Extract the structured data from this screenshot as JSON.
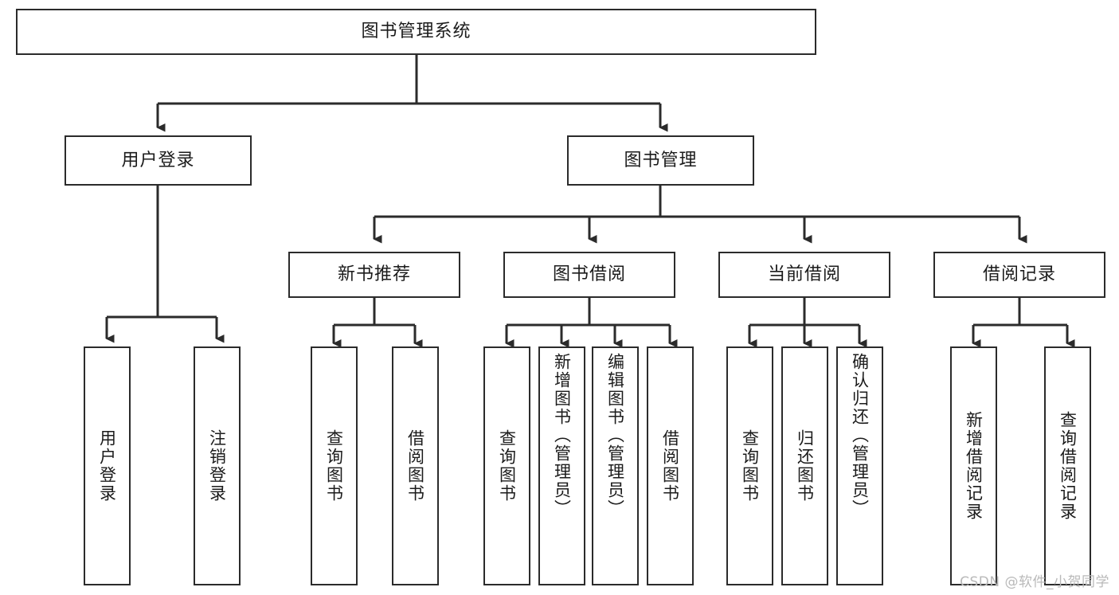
{
  "diagram": {
    "title": "图书管理系统",
    "type": "tree",
    "orientation": "top-down",
    "line_color": "#2b2b2b",
    "box_fill": "#ffffff",
    "text_color": "#1b1b1b",
    "watermark": "CSDN @软件_小贺同学"
  },
  "nodes": {
    "root": {
      "label": "图书管理系统",
      "level": 0
    },
    "level1": [
      {
        "id": "user_login",
        "label": "用户登录"
      },
      {
        "id": "book_manage",
        "label": "图书管理"
      }
    ],
    "level2": [
      {
        "id": "new_book_rec",
        "label": "新书推荐",
        "parent": "book_manage"
      },
      {
        "id": "book_borrow",
        "label": "图书借阅",
        "parent": "book_manage"
      },
      {
        "id": "current_borrow",
        "label": "当前借阅",
        "parent": "book_manage"
      },
      {
        "id": "borrow_record",
        "label": "借阅记录",
        "parent": "book_manage"
      }
    ],
    "leaves": {
      "user_login": [
        {
          "id": "leaf_user_login",
          "label": "用户登录"
        },
        {
          "id": "leaf_user_logout",
          "label": "注销登录"
        }
      ],
      "new_book_rec": [
        {
          "id": "leaf_query_book_1",
          "label": "查询图书"
        },
        {
          "id": "leaf_borrow_book_1",
          "label": "借阅图书"
        }
      ],
      "book_borrow": [
        {
          "id": "leaf_query_book_2",
          "label": "查询图书"
        },
        {
          "id": "leaf_add_book",
          "label": "新增图书（管理员）"
        },
        {
          "id": "leaf_edit_book",
          "label": "编辑图书（管理员）"
        },
        {
          "id": "leaf_borrow_book_2",
          "label": "借阅图书"
        }
      ],
      "current_borrow": [
        {
          "id": "leaf_query_book_3",
          "label": "查询图书"
        },
        {
          "id": "leaf_return_book",
          "label": "归还图书"
        },
        {
          "id": "leaf_confirm_return",
          "label": "确认归还（管理员）"
        }
      ],
      "borrow_record": [
        {
          "id": "leaf_add_record",
          "label": "新增借阅记录"
        },
        {
          "id": "leaf_query_record",
          "label": "查询借阅记录"
        }
      ]
    }
  }
}
